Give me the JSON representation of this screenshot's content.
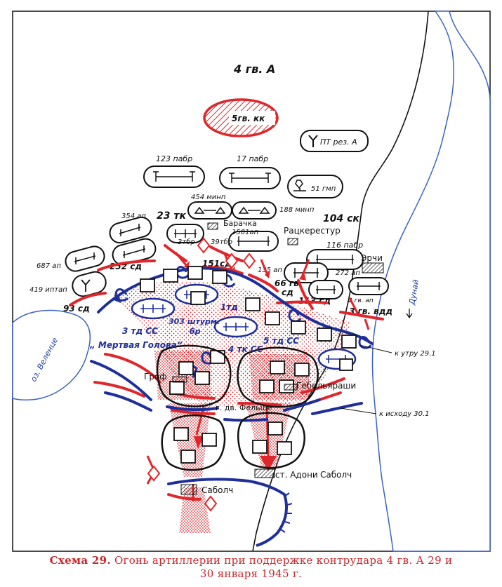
{
  "map": {
    "army_label": "4 гв. А",
    "cav_corps": "5гв. кк",
    "at_reserve": "ПТ рез. А",
    "units": {
      "pabr123": "123 пабр",
      "pabr17": "17 пабр",
      "gmp51": "51 гмп",
      "minp454": "454 минп",
      "minp188": "188 минп",
      "ap354": "354 ап",
      "tk23": "23 тк",
      "ap687": "687 ап",
      "sd252": "252 сд",
      "iptap419": "419 иптап",
      "sd93": "93 сд",
      "tbr3": "3тбр",
      "tbr39": "39тбр",
      "ap1501": "1501ап",
      "sk104": "104 ск",
      "pabr116": "116 пабр",
      "sd151": "151сд",
      "ap135": "135 ап",
      "ap272": "272 ап",
      "sd66": "66 гв.",
      "sd66b": "сд",
      "gap2": "2 гв. ап",
      "sd113": "113 сд",
      "vdd3": "3 гв. вдд"
    },
    "enemy": {
      "td3ss": "3 тд СС",
      "dead_head": "„ Мертвая Голова“",
      "td1": "1тд",
      "brig303a": "303 штурм.",
      "brig303b": "бр",
      "tk4ss": "4 тк СС",
      "td5ss": "5 тд СС"
    },
    "places": {
      "baracska": "Барачка",
      "ratskerestur": "Рацкерестур",
      "erchi": "Эрчи",
      "grof": "Гроф",
      "gebeljarashi": "Гебельяраши",
      "felshe": "г. дв. Фельше",
      "adoni": "ст. Адони",
      "sabolch1": "Саболч",
      "sabolch2": "Саболч"
    },
    "water": {
      "lake": "оз. Веленце",
      "river": "Дунай"
    },
    "lines": {
      "morning": "к утру 29.1",
      "evening": "к исходу 30.1"
    }
  },
  "caption": {
    "number": "Схема 29.",
    "line1": " Огонь артиллерии при поддержке контрудара 4 гв. А 29 и",
    "line2": "30 января 1945 г."
  },
  "colors": {
    "red": "#e0262b",
    "blue": "#1f2f9a",
    "water": "#3a62c4",
    "black": "#111111"
  }
}
